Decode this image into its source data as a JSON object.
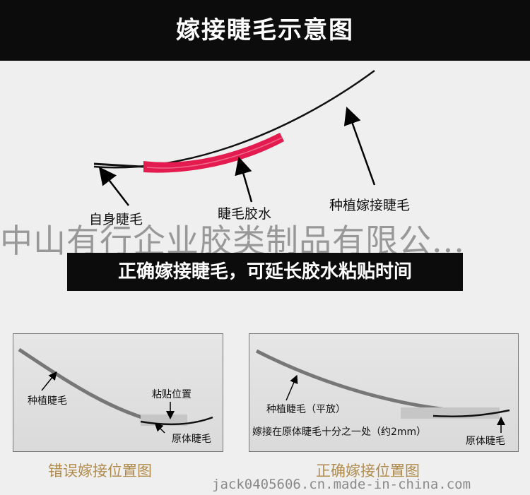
{
  "title": "嫁接睫毛示意图",
  "top_labels": {
    "natural_lash": "自身睫毛",
    "glue": "睫毛胶水",
    "extension": "种植嫁接睫毛"
  },
  "watermark": "中山有行企业胶类制品有限公...",
  "slogan": "正确嫁接睫毛，可延长胶水粘贴时间",
  "wrong_panel": {
    "lash_label": "种植睫毛",
    "glue_label": "粘贴位置",
    "natural_label": "原体睫毛",
    "caption": "错误嫁接位置图"
  },
  "right_panel": {
    "lash_label": "种植睫毛（平放）",
    "position_label": "嫁接在原体睫毛十分之一处（约2mm）",
    "natural_label": "原体睫毛",
    "caption": "正确嫁接位置图"
  },
  "site": "jack0405606.cn.made-in-china.com",
  "colors": {
    "glue": "#e31b4e",
    "caption": "#b08a4a"
  }
}
